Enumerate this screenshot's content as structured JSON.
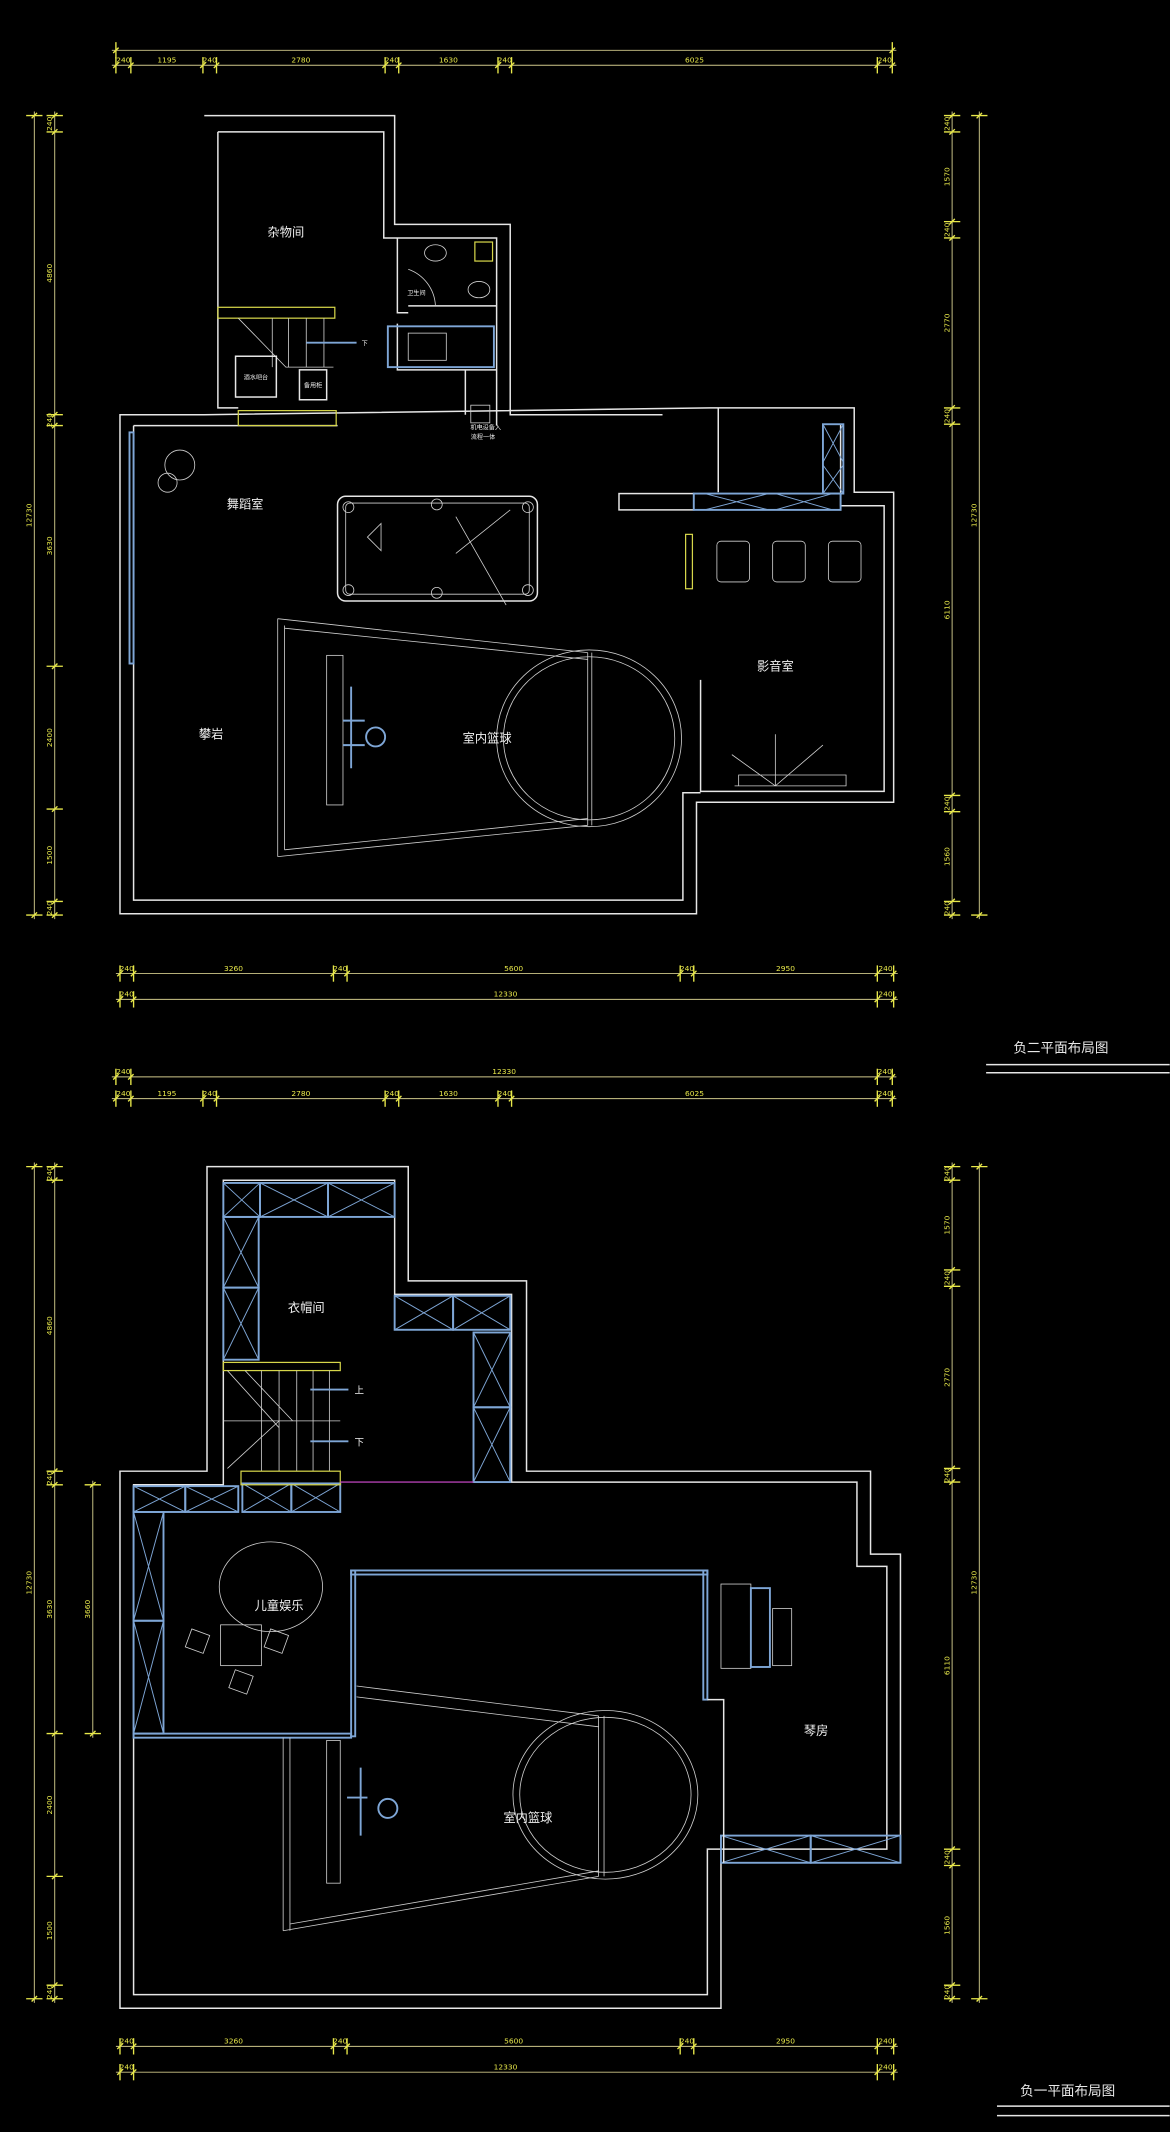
{
  "colors": {
    "background": "#000000",
    "wall": "#e6e6e6",
    "cabinet": "#7ea6d6",
    "dimension": "#e8e84a"
  },
  "plan_b2": {
    "title": "负二平面布局图",
    "rooms": {
      "storage": "杂物间",
      "bathroom": "卫生间",
      "cabinet_a": "酒水吧台",
      "cabinet_b": "备用柜",
      "dance": "舞蹈室",
      "climbing": "攀岩",
      "basketball": "室内篮球",
      "theater": "影音室",
      "stair_down": "下",
      "note_line1": "机电设备入",
      "note_line2": "流程一体"
    },
    "dims": {
      "top_segments": [
        "240",
        "1195",
        "240",
        "2780",
        "240",
        "1630",
        "240",
        "6025",
        "240"
      ],
      "left_segments": [
        "240",
        "4860",
        "240",
        "3630",
        "2400",
        "1500",
        "240"
      ],
      "left_total": "12730",
      "right_segments": [
        "240",
        "1570",
        "240",
        "2770",
        "240",
        "6110",
        "240",
        "1560",
        "240"
      ],
      "right_total": "12730",
      "bottom_segments": [
        "240",
        "3260",
        "240",
        "5600",
        "240",
        "2950",
        "240"
      ],
      "bottom_total": [
        "240",
        "12330",
        "240"
      ]
    }
  },
  "plan_b1": {
    "title": "负一平面布局图",
    "rooms": {
      "cloakroom": "衣帽间",
      "stair_up": "上",
      "stair_down": "下",
      "kids": "儿童娱乐",
      "basketball": "室内篮球",
      "piano": "琴房"
    },
    "dims": {
      "top_total": [
        "240",
        "12330",
        "240"
      ],
      "top_segments": [
        "240",
        "1195",
        "240",
        "2780",
        "240",
        "1630",
        "240",
        "6025",
        "240"
      ],
      "left_segments": [
        "240",
        "4860",
        "240",
        "3630",
        "2400",
        "1500",
        "240"
      ],
      "left_total": "12730",
      "left_inner": "3660",
      "right_segments": [
        "240",
        "1570",
        "240",
        "2770",
        "240",
        "6110",
        "240",
        "1560",
        "240"
      ],
      "right_total": "12730",
      "bottom_segments": [
        "240",
        "3260",
        "240",
        "5600",
        "240",
        "2950",
        "240"
      ],
      "bottom_total": [
        "240",
        "12330",
        "240"
      ]
    }
  }
}
